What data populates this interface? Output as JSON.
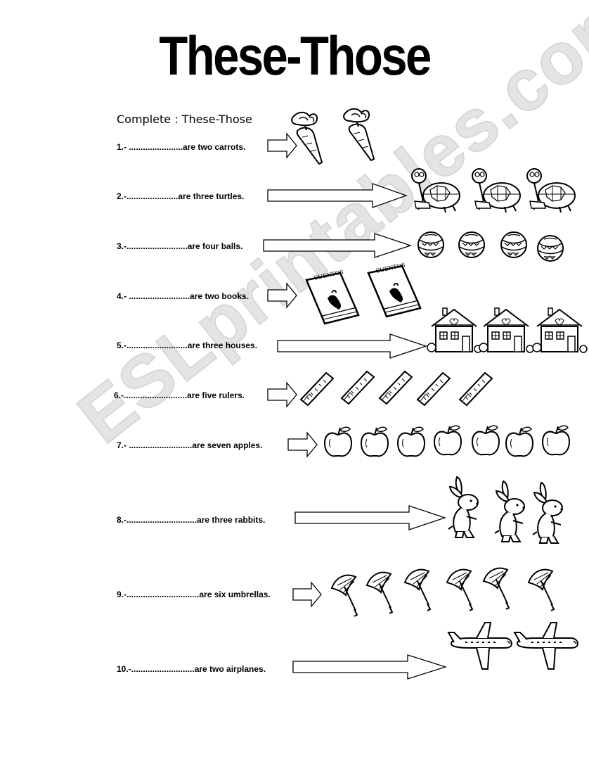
{
  "title": "These-Those",
  "instruction": "Complete : These-Those",
  "watermark": "ESLprintables.com",
  "items": [
    {
      "text": "1.- .......................are two carrots.",
      "picture": "carrot-icon",
      "count": 2
    },
    {
      "text": "2.-......................are three turtles.",
      "picture": "turtle-icon",
      "count": 3
    },
    {
      "text": "3.-..........................are four balls.",
      "picture": "ball-icon",
      "count": 4
    },
    {
      "text": "4.- ..........................are two books.",
      "picture": "book-icon",
      "count": 2,
      "book_label": "CUENTOS"
    },
    {
      "text": "5.-..........................are three houses.",
      "picture": "house-icon",
      "count": 3
    },
    {
      "text": "6.-...........................are five rulers.",
      "picture": "ruler-icon",
      "count": 5
    },
    {
      "text": "7.- ...........................are seven apples.",
      "picture": "apple-icon",
      "count": 7
    },
    {
      "text": "8.-..............................are three rabbits.",
      "picture": "rabbit-icon",
      "count": 3
    },
    {
      "text": "9.-...............................are six umbrellas.",
      "picture": "umbrella-icon",
      "count": 6
    },
    {
      "text": "10.-...........................are two airplanes.",
      "picture": "airplane-icon",
      "count": 2
    }
  ]
}
